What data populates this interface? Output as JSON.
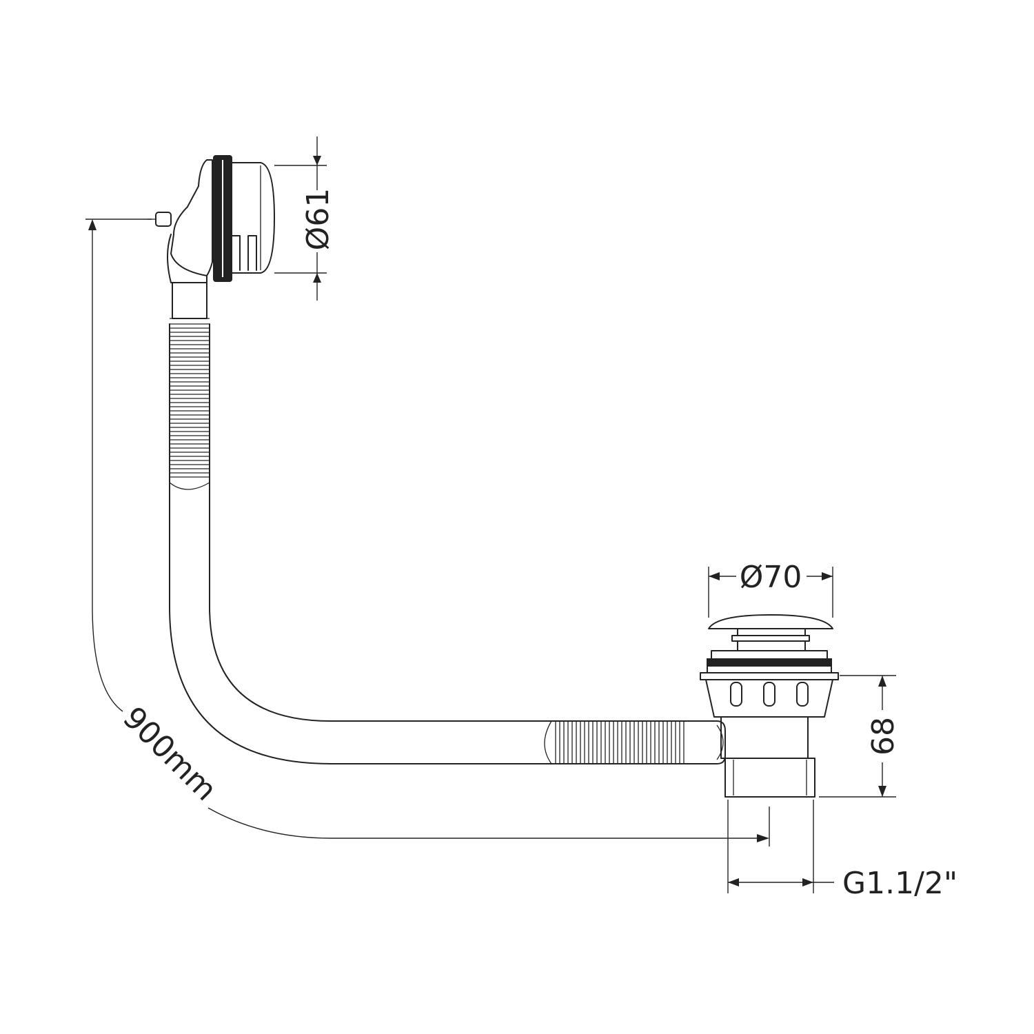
{
  "diagram": {
    "dimensions": {
      "overflow_diameter": "Ø61",
      "waste_diameter": "Ø70",
      "waste_height": "68",
      "cable_length": "900mm",
      "thread_size": "G1.1/2\""
    },
    "colors": {
      "line": "#222222",
      "background": "#ffffff"
    }
  }
}
